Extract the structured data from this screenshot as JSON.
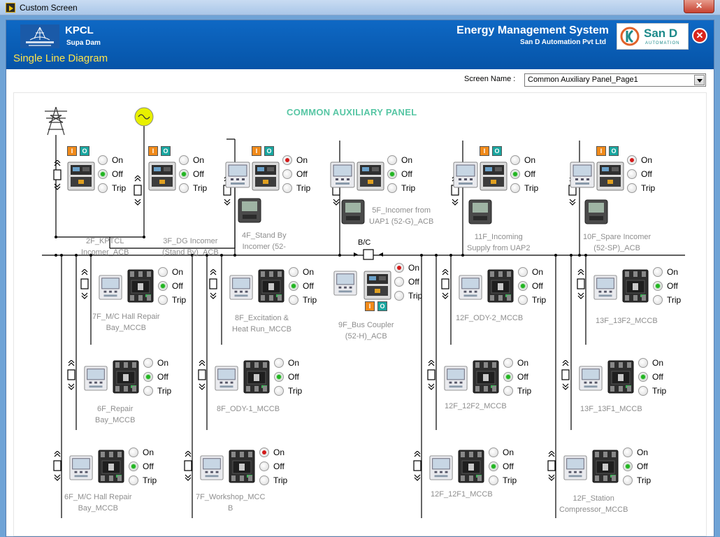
{
  "window": {
    "title": "Custom Screen",
    "close_glyph": "✕"
  },
  "header": {
    "company": "KPCL",
    "plant": "Supa Dam",
    "screen_title": "Single Line Diagram",
    "system": "Energy Management System",
    "vendor": "San D Automation Pvt Ltd",
    "brand_text": "San D",
    "brand_sub": "AUTOMATION",
    "close_glyph": "✕"
  },
  "screen": {
    "label": "Screen Name :",
    "selected": "Common Auxiliary Panel_Page1"
  },
  "panel_title": "COMMON AUXILIARY PANEL",
  "bus_coupler_tag": "B/C",
  "breaker_states": {
    "on": "On",
    "off": "Off",
    "trip": "Trip"
  },
  "button_labels": {
    "close": "I",
    "open": "O"
  },
  "colors": {
    "header_blue": "#0a5fb8",
    "title_green": "#57c6a4",
    "on_red": "#d21a1a",
    "off_green": "#22b522",
    "subtitle_yellow": "#ffe44a"
  },
  "feeders": [
    {
      "id": "2f",
      "label_1": "2F_KPTCL",
      "label_2": "Incomer_ACB",
      "state": "Off"
    },
    {
      "id": "3f",
      "label_1": "3F_DG Incomer",
      "label_2": "(Stand By)_ACB",
      "state": "Off"
    },
    {
      "id": "4f",
      "label_1": "4F_Stand By",
      "label_2": "Incomer (52-",
      "state": "On"
    },
    {
      "id": "5f",
      "label_1": "5F_Incomer from",
      "label_2": "UAP1 (52-G)_ACB",
      "state": "Off"
    },
    {
      "id": "11f",
      "label_1": "11F_Incoming",
      "label_2": "Supply from UAP2",
      "state": "Off"
    },
    {
      "id": "10f",
      "label_1": "10F_Spare Incomer",
      "label_2": "(52-SP)_ACB",
      "state": "On"
    },
    {
      "id": "7f_mc",
      "label_1": "7F_M/C Hall Repair",
      "label_2": "Bay_MCCB",
      "state": "Off"
    },
    {
      "id": "8f_exc",
      "label_1": "8F_Excitation &",
      "label_2": "Heat Run_MCCB",
      "state": "Off"
    },
    {
      "id": "9f",
      "label_1": "9F_Bus Coupler",
      "label_2": "(52-H)_ACB",
      "state": "On"
    },
    {
      "id": "12f_ody2",
      "label_1": "12F_ODY-2_MCCB",
      "label_2": "",
      "state": "Off"
    },
    {
      "id": "13f_13f2",
      "label_1": "13F_13F2_MCCB",
      "label_2": "",
      "state": "Off"
    },
    {
      "id": "6f_repair",
      "label_1": "6F_Repair",
      "label_2": "Bay_MCCB",
      "state": "Off"
    },
    {
      "id": "8f_ody1",
      "label_1": "8F_ODY-1_MCCB",
      "label_2": "",
      "state": "Off"
    },
    {
      "id": "12f_12f2",
      "label_1": "12F_12F2_MCCB",
      "label_2": "",
      "state": "Off"
    },
    {
      "id": "13f_13f1",
      "label_1": "13F_13F1_MCCB",
      "label_2": "",
      "state": "Off"
    },
    {
      "id": "6f_mc",
      "label_1": "6F_M/C Hall Repair",
      "label_2": "Bay_MCCB",
      "state": "Off"
    },
    {
      "id": "7f_ws",
      "label_1": "7F_Workshop_MCC",
      "label_2": "B",
      "state": "On"
    },
    {
      "id": "12f_12f1",
      "label_1": "12F_12F1_MCCB",
      "label_2": "",
      "state": "Off"
    },
    {
      "id": "12f_stn",
      "label_1": "12F_Station",
      "label_2": "Compressor_MCCB",
      "state": "Off"
    }
  ]
}
